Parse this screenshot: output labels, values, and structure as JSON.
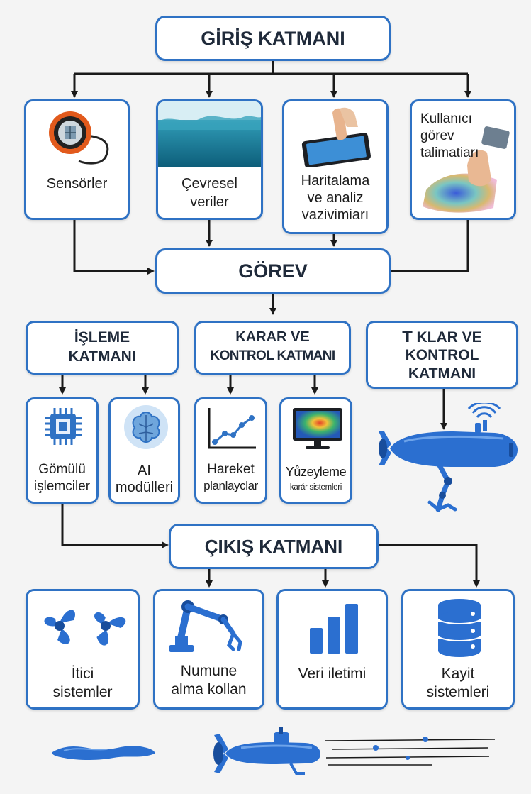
{
  "layers": {
    "input": "GİRİŞ KATMANI",
    "task": "GÖREV",
    "processing_1": "İŞLEME",
    "processing_2": "KATMANI",
    "decision_1": "KARAR VE",
    "decision_2": "KONTROL KATMANI",
    "control_1": "ꓔ KLAR VE",
    "control_2": "KONTROL",
    "control_3": "KATMANI",
    "output": "ÇIKIŞ KATMANI"
  },
  "inputs": {
    "sensors": "Sensörler",
    "env_1": "Çevresel",
    "env_2": "veriler",
    "map_1": "Haritalama",
    "map_2": "ve analiz",
    "map_3": "vazivimiarı",
    "user_1": "Kullanıcı",
    "user_2": "görev",
    "user_3": "talimatiarı"
  },
  "processing": {
    "embedded_1": "Gömülü",
    "embedded_2": "işlemciler",
    "ai_1": "AI",
    "ai_2": "modülleri"
  },
  "decision": {
    "motion_1": "Hareket",
    "motion_2": "planlayclar",
    "surface_1": "Yůzeyleme",
    "surface_2": "karár sistemleri"
  },
  "outputs": {
    "thrust_1": "İtici",
    "thrust_2": "sistemler",
    "arm_1": "Numune",
    "arm_2": "alma kollan",
    "data": "Veri iletimi",
    "log_1": "Kayit",
    "log_2": "sistemleri"
  },
  "colors": {
    "accent": "#2f72c4",
    "arrow": "#1a1a1a",
    "vehicle": "#2b6fd0"
  }
}
